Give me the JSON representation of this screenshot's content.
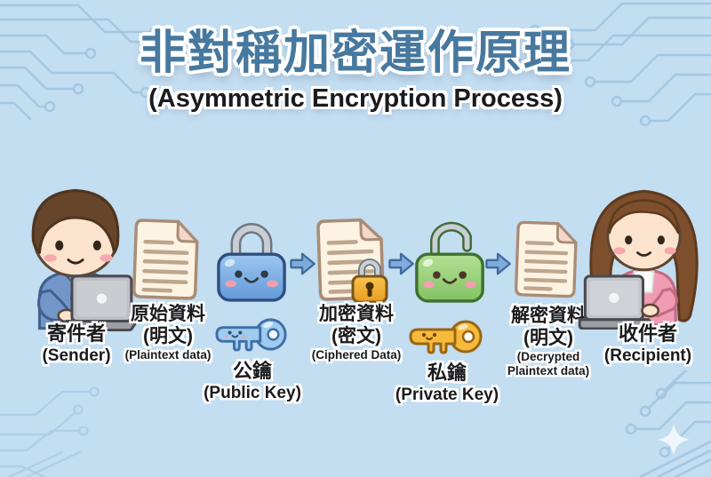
{
  "title": {
    "main": "非對稱加密運作原理",
    "subtitle": "(Asymmetric Encryption Process)"
  },
  "flow": {
    "sender": {
      "label_zh": "寄件者",
      "label_en": "(Sender)"
    },
    "plaintext": {
      "label_zh": "原始資料",
      "label_zh2": "(明文)",
      "label_en": "(Plaintext data)"
    },
    "public_key": {
      "label_zh": "公鑰",
      "label_en": "(Public Key)"
    },
    "ciphertext": {
      "label_zh": "加密資料",
      "label_zh2": "(密文)",
      "label_en": "(Ciphered Data)"
    },
    "private_key": {
      "label_zh": "私鑰",
      "label_en": "(Private Key)"
    },
    "decrypted": {
      "label_zh": "解密資料",
      "label_zh2": "(明文)",
      "label_en_line1": "(Decrypted",
      "label_en_line2": "Plaintext data)"
    },
    "recipient": {
      "label_zh": "收件者",
      "label_en": "(Recipient)"
    }
  },
  "icons": {
    "sender_person": "boy-with-laptop-icon",
    "plaintext_document": "document-icon",
    "public_key_padlock": "locked-padlock-blue-face-icon",
    "public_key_key": "key-blue-face-icon",
    "ciphertext_document": "document-with-gold-padlock-icon",
    "ciphertext_padlock": "locked-padlock-gold-icon",
    "private_key_padlock": "unlocked-padlock-green-face-icon",
    "private_key_key": "key-gold-face-icon",
    "decrypted_document": "document-icon",
    "recipient_person": "girl-with-laptop-icon",
    "flow_arrows": "flow-arrow-right-icon",
    "background_decor": "circuit-trace-decoration",
    "sparkle": "sparkle-icon"
  },
  "colors": {
    "background": "#c3ddf1",
    "title_blue": "#47799f",
    "label_black": "#1b1b1d",
    "circuit_trace": "#a4c7e1",
    "arrow_fill": "#7fabdc",
    "arrow_stroke": "#3f6b9d",
    "padlock_blue": "#74a8e0",
    "padlock_green": "#8cc76a",
    "padlock_gold": "#f0ad2a",
    "key_blue": "#9fccee",
    "key_gold": "#f6bb3b",
    "document_fill": "#fdf3e2",
    "document_stroke": "#a98c76",
    "shackle_silver": "#c9ced5"
  }
}
